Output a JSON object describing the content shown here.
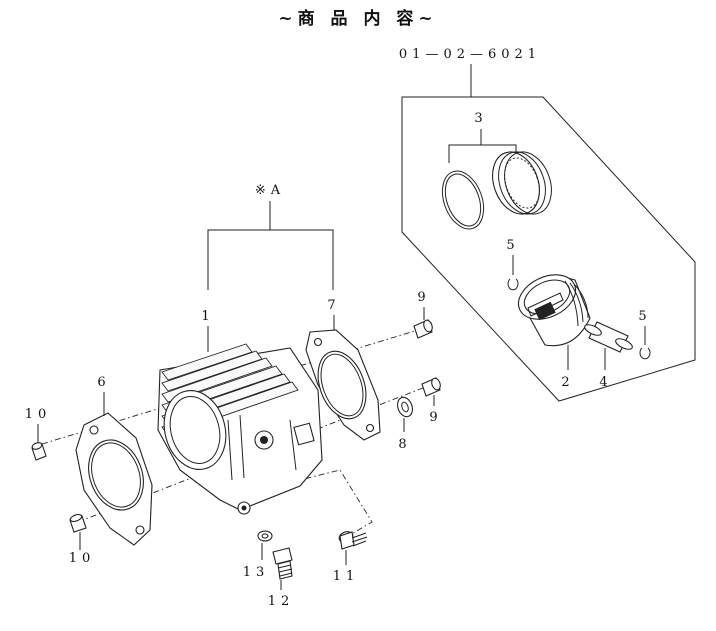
{
  "title": "~商 品 内 容~",
  "kit_part_number": "01—02—6021",
  "assembly_label": "※A",
  "callouts": {
    "c1": "1",
    "c2": "2",
    "c3": "3",
    "c4": "4",
    "c5a": "5",
    "c5b": "5",
    "c6": "6",
    "c7": "7",
    "c8": "8",
    "c9a": "9",
    "c9b": "9",
    "c10a": "10",
    "c10b": "10",
    "c11": "11",
    "c12": "12",
    "c13": "13"
  }
}
